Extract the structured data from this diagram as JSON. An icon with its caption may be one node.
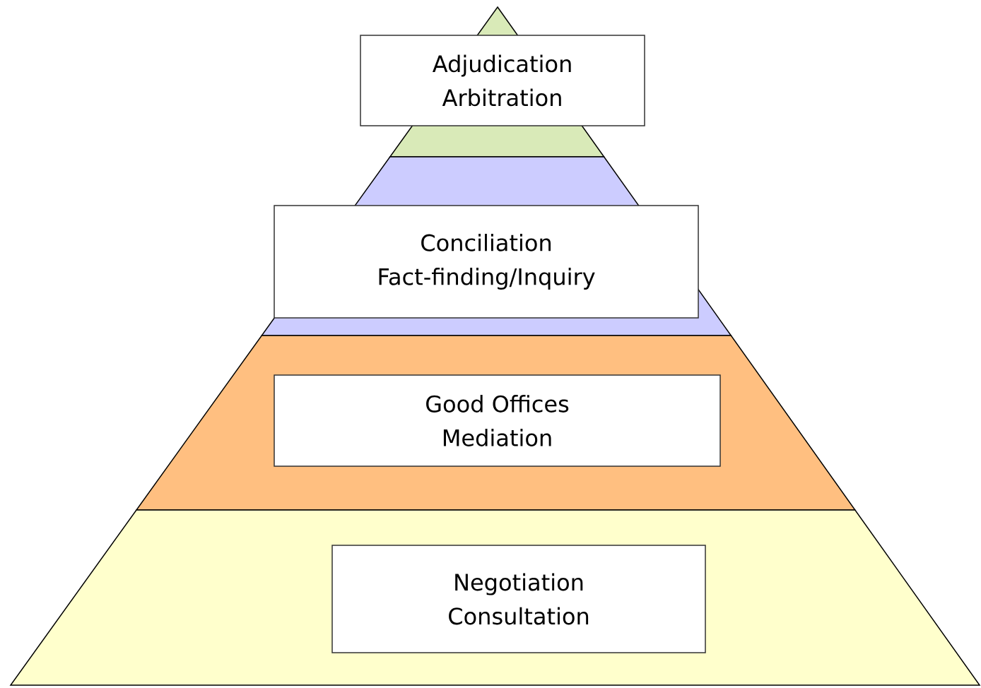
{
  "diagram": {
    "nodes": [
      {
        "text": [
          "Adjudication",
          "Arbitration"
        ]
      },
      {
        "text": [
          "Conciliation",
          "Fact-finding/Inquiry"
        ]
      },
      {
        "text": [
          "Good Offices",
          "Mediation"
        ]
      },
      {
        "text": [
          "Negotiation",
          "Consultation"
        ]
      }
    ]
  }
}
